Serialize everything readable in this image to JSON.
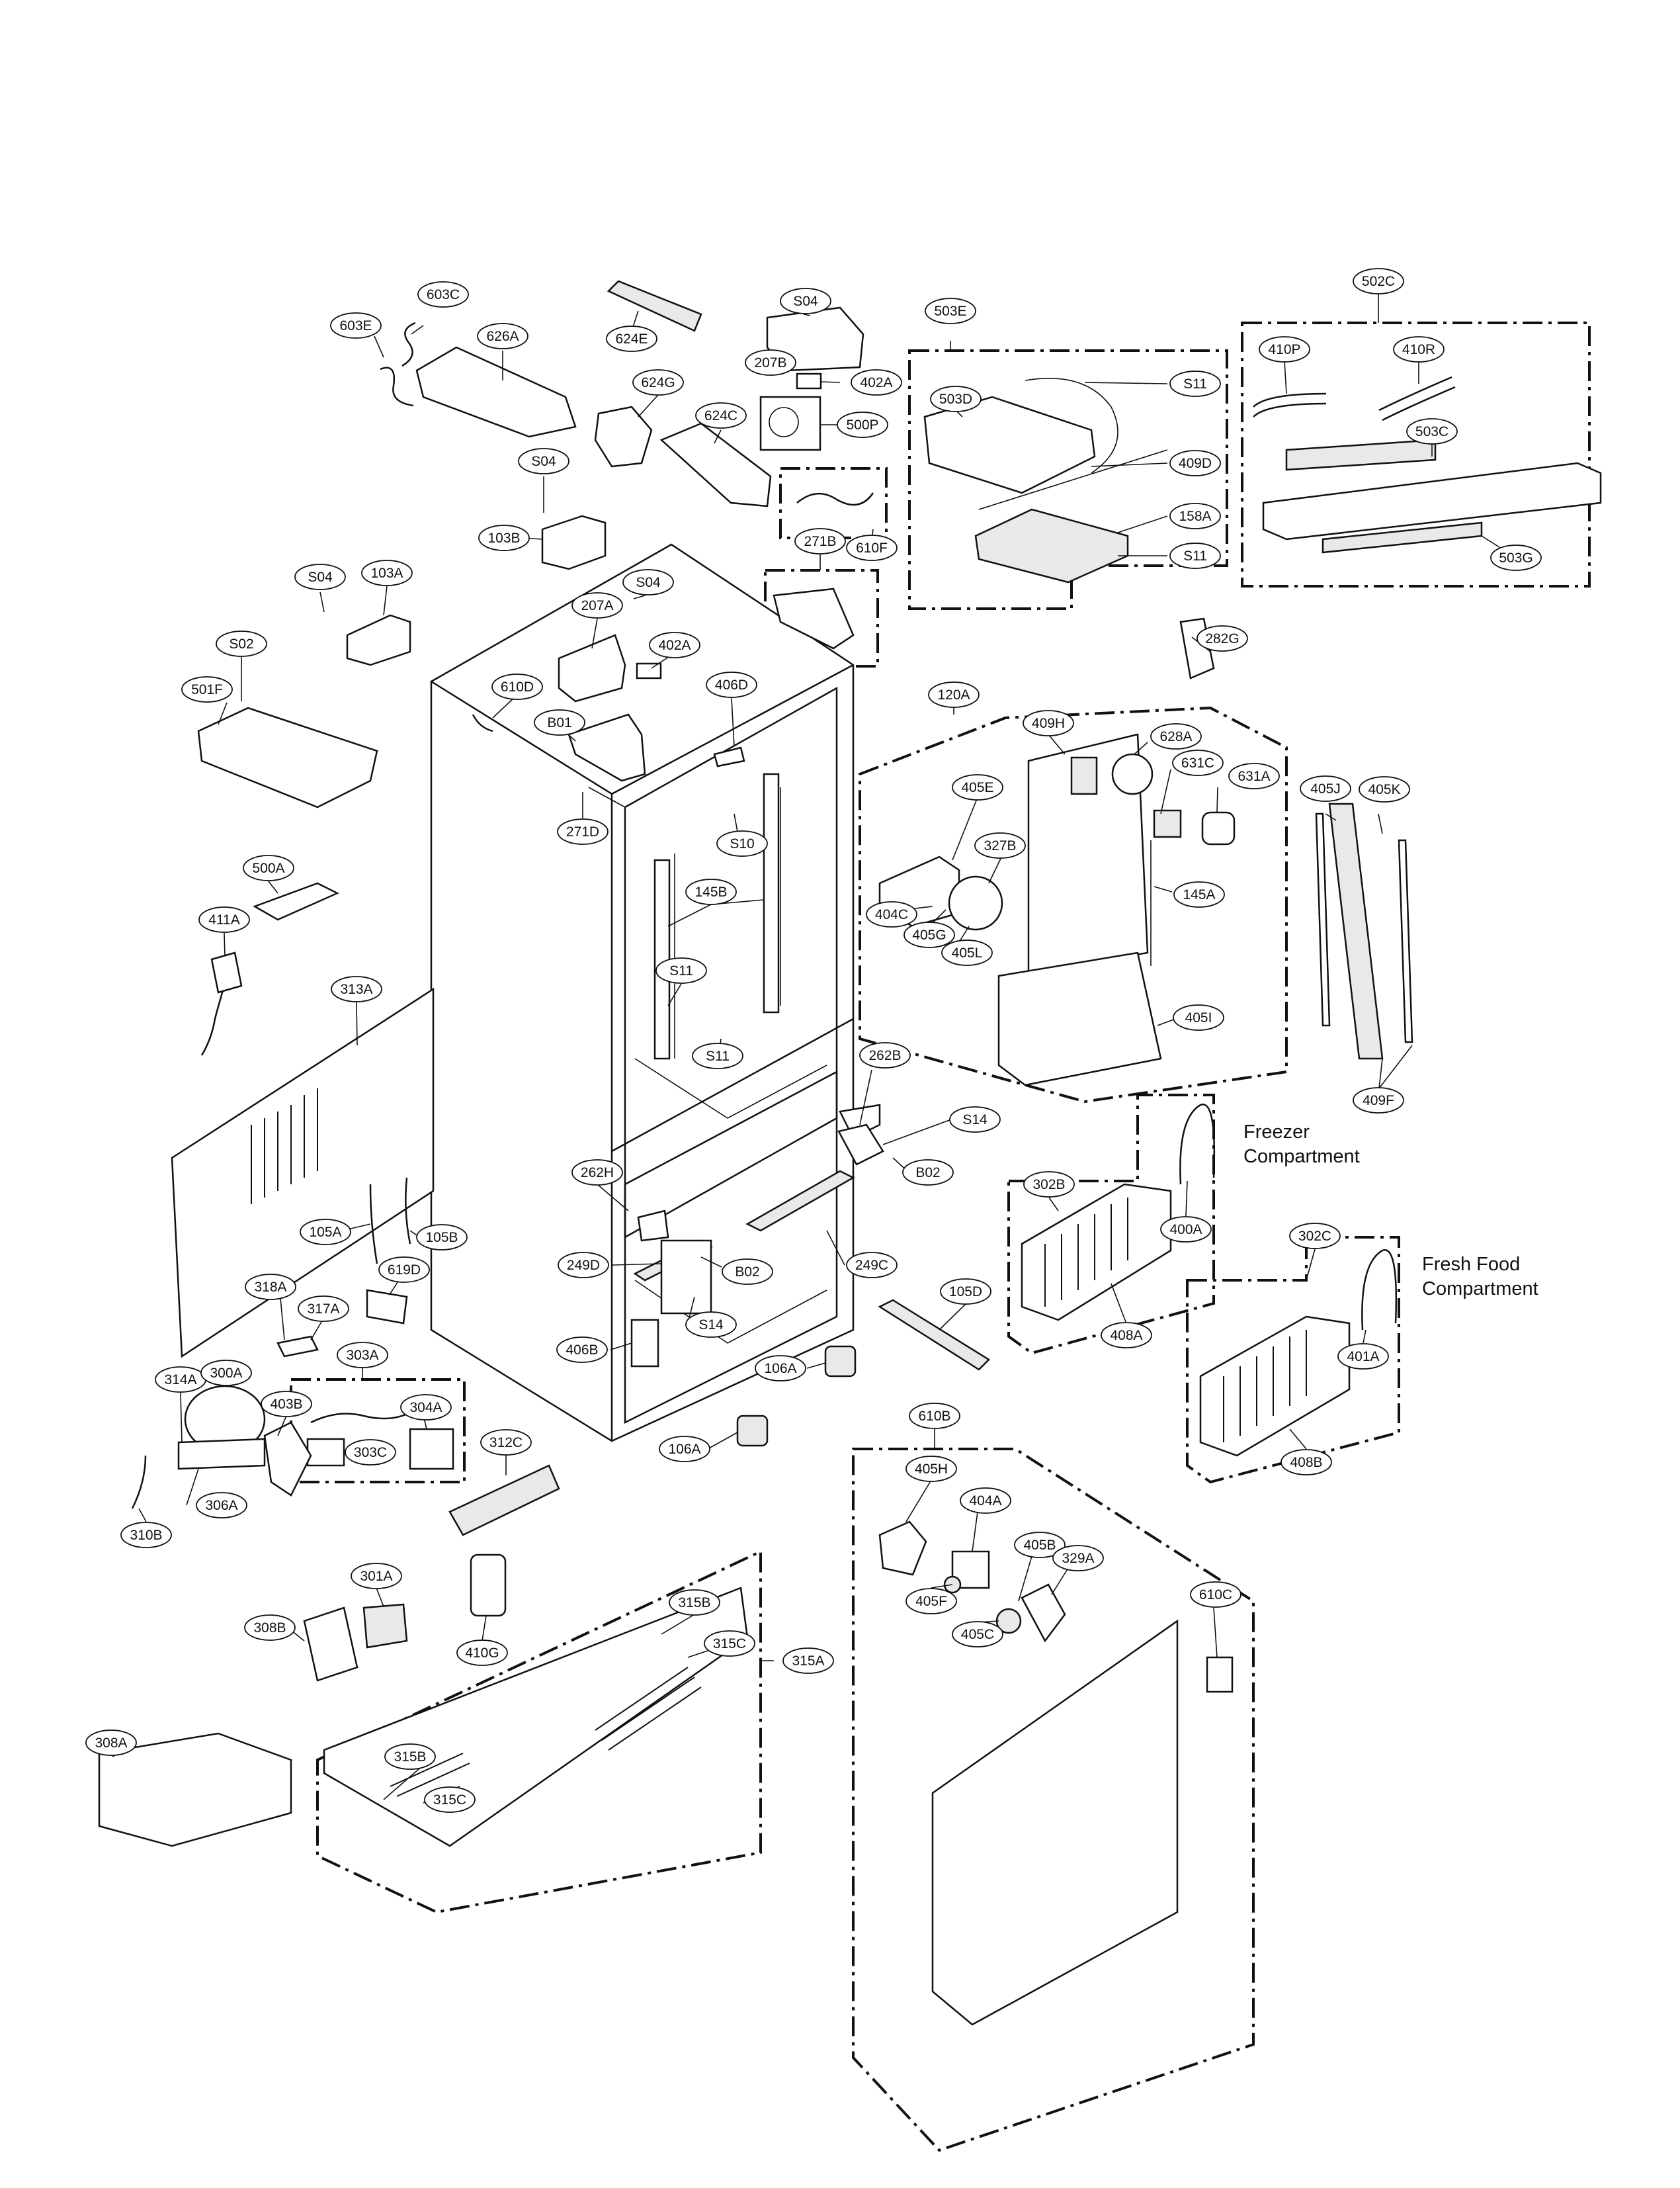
{
  "callouts": [
    {
      "id": "c-603C",
      "label": "603C"
    },
    {
      "id": "c-603E",
      "label": "603E"
    },
    {
      "id": "c-626A",
      "label": "626A"
    },
    {
      "id": "c-624E",
      "label": "624E"
    },
    {
      "id": "c-S04a",
      "label": "S04"
    },
    {
      "id": "c-207B",
      "label": "207B"
    },
    {
      "id": "c-402Aa",
      "label": "402A"
    },
    {
      "id": "c-624G",
      "label": "624G"
    },
    {
      "id": "c-624C",
      "label": "624C"
    },
    {
      "id": "c-500P",
      "label": "500P"
    },
    {
      "id": "c-610F",
      "label": "610F"
    },
    {
      "id": "c-S04b",
      "label": "S04"
    },
    {
      "id": "c-103B",
      "label": "103B"
    },
    {
      "id": "c-S04c",
      "label": "S04"
    },
    {
      "id": "c-103A",
      "label": "103A"
    },
    {
      "id": "c-S04d",
      "label": "S04"
    },
    {
      "id": "c-207A",
      "label": "207A"
    },
    {
      "id": "c-402Ab",
      "label": "402A"
    },
    {
      "id": "c-S02",
      "label": "S02"
    },
    {
      "id": "c-610D",
      "label": "610D"
    },
    {
      "id": "c-B01",
      "label": "B01"
    },
    {
      "id": "c-501F",
      "label": "501F"
    },
    {
      "id": "c-271B",
      "label": "271B"
    },
    {
      "id": "c-271D",
      "label": "271D"
    },
    {
      "id": "c-406D",
      "label": "406D"
    },
    {
      "id": "c-S10",
      "label": "S10"
    },
    {
      "id": "c-145B",
      "label": "145B"
    },
    {
      "id": "c-S11a",
      "label": "S11"
    },
    {
      "id": "c-S11b",
      "label": "S11"
    },
    {
      "id": "c-500A",
      "label": "500A"
    },
    {
      "id": "c-411A",
      "label": "411A"
    },
    {
      "id": "c-313A",
      "label": "313A"
    },
    {
      "id": "c-503E",
      "label": "503E"
    },
    {
      "id": "c-S11c",
      "label": "S11"
    },
    {
      "id": "c-503D",
      "label": "503D"
    },
    {
      "id": "c-409D",
      "label": "409D"
    },
    {
      "id": "c-158A",
      "label": "158A"
    },
    {
      "id": "c-S11d",
      "label": "S11"
    },
    {
      "id": "c-502C",
      "label": "502C"
    },
    {
      "id": "c-410P",
      "label": "410P"
    },
    {
      "id": "c-410R",
      "label": "410R"
    },
    {
      "id": "c-503C",
      "label": "503C"
    },
    {
      "id": "c-503G",
      "label": "503G"
    },
    {
      "id": "c-282G",
      "label": "282G"
    },
    {
      "id": "c-120A",
      "label": "120A"
    },
    {
      "id": "c-409H",
      "label": "409H"
    },
    {
      "id": "c-628A",
      "label": "628A"
    },
    {
      "id": "c-631C",
      "label": "631C"
    },
    {
      "id": "c-631A",
      "label": "631A"
    },
    {
      "id": "c-405E",
      "label": "405E"
    },
    {
      "id": "c-327B",
      "label": "327B"
    },
    {
      "id": "c-404C",
      "label": "404C"
    },
    {
      "id": "c-405G",
      "label": "405G"
    },
    {
      "id": "c-405L",
      "label": "405L"
    },
    {
      "id": "c-145A",
      "label": "145A"
    },
    {
      "id": "c-405I",
      "label": "405I"
    },
    {
      "id": "c-405J",
      "label": "405J"
    },
    {
      "id": "c-405K",
      "label": "405K"
    },
    {
      "id": "c-409F",
      "label": "409F"
    },
    {
      "id": "c-262B",
      "label": "262B"
    },
    {
      "id": "c-S14a",
      "label": "S14"
    },
    {
      "id": "c-B02a",
      "label": "B02"
    },
    {
      "id": "c-262H",
      "label": "262H"
    },
    {
      "id": "c-249D",
      "label": "249D"
    },
    {
      "id": "c-B02b",
      "label": "B02"
    },
    {
      "id": "c-S14b",
      "label": "S14"
    },
    {
      "id": "c-249C",
      "label": "249C"
    },
    {
      "id": "c-406B",
      "label": "406B"
    },
    {
      "id": "c-105A",
      "label": "105A"
    },
    {
      "id": "c-105B",
      "label": "105B"
    },
    {
      "id": "c-619D",
      "label": "619D"
    },
    {
      "id": "c-318A",
      "label": "318A"
    },
    {
      "id": "c-317A",
      "label": "317A"
    },
    {
      "id": "c-303A",
      "label": "303A"
    },
    {
      "id": "c-304A",
      "label": "304A"
    },
    {
      "id": "c-303C",
      "label": "303C"
    },
    {
      "id": "c-314A",
      "label": "314A"
    },
    {
      "id": "c-300A",
      "label": "300A"
    },
    {
      "id": "c-306A",
      "label": "306A"
    },
    {
      "id": "c-310B",
      "label": "310B"
    },
    {
      "id": "c-106Aa",
      "label": "106A"
    },
    {
      "id": "c-106Ab",
      "label": "106A"
    },
    {
      "id": "c-105D",
      "label": "105D"
    },
    {
      "id": "c-312C",
      "label": "312C"
    },
    {
      "id": "c-403B",
      "label": "403B"
    },
    {
      "id": "c-301A",
      "label": "301A"
    },
    {
      "id": "c-308B",
      "label": "308B"
    },
    {
      "id": "c-410G",
      "label": "410G"
    },
    {
      "id": "c-308A",
      "label": "308A"
    },
    {
      "id": "c-315B",
      "label": "315B"
    },
    {
      "id": "c-315C",
      "label": "315C"
    },
    {
      "id": "c-315A",
      "label": "315A"
    },
    {
      "id": "c-315Bb",
      "label": "315B"
    },
    {
      "id": "c-315Cb",
      "label": "315C"
    },
    {
      "id": "c-302B",
      "label": "302B"
    },
    {
      "id": "c-400A",
      "label": "400A"
    },
    {
      "id": "c-408A",
      "label": "408A"
    },
    {
      "id": "c-302C",
      "label": "302C"
    },
    {
      "id": "c-401A",
      "label": "401A"
    },
    {
      "id": "c-408B",
      "label": "408B"
    },
    {
      "id": "c-610B",
      "label": "610B"
    },
    {
      "id": "c-405H",
      "label": "405H"
    },
    {
      "id": "c-404A",
      "label": "404A"
    },
    {
      "id": "c-405B",
      "label": "405B"
    },
    {
      "id": "c-329A",
      "label": "329A"
    },
    {
      "id": "c-405F",
      "label": "405F"
    },
    {
      "id": "c-405C",
      "label": "405C"
    },
    {
      "id": "c-610C",
      "label": "610C"
    }
  ],
  "notes": {
    "freezer_line1": "Freezer",
    "freezer_line2": "Compartment",
    "freshfood_line1": "Fresh Food",
    "freshfood_line2": "Compartment"
  }
}
